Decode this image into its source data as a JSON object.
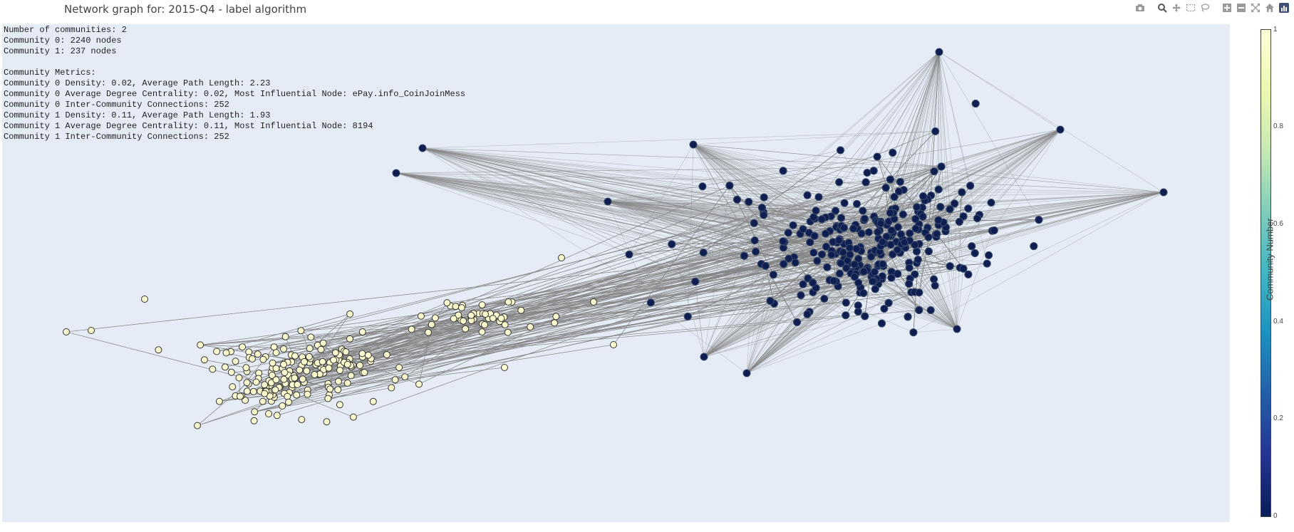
{
  "title": "Network graph for: 2015-Q4 - label algorithm",
  "metrics_lines": [
    "Number of communities: 2",
    "Community 0: 2240 nodes",
    "Community 1: 237 nodes",
    "",
    "Community Metrics:",
    "Community 0 Density: 0.02, Average Path Length: 2.23",
    "Community 0 Average Degree Centrality: 0.02, Most Influential Node: ePay.info_CoinJoinMess",
    "Community 0 Inter-Community Connections: 252",
    "Community 1 Density: 0.11, Average Path Length: 1.93",
    "Community 1 Average Degree Centrality: 0.11, Most Influential Node: 8194",
    "Community 1 Inter-Community Connections: 252"
  ],
  "modebar": [
    {
      "name": "camera-icon"
    },
    {
      "name": "zoom-icon"
    },
    {
      "name": "pan-icon"
    },
    {
      "name": "box-select-icon"
    },
    {
      "name": "lasso-select-icon"
    },
    {
      "name": "zoom-in-icon"
    },
    {
      "name": "zoom-out-icon"
    },
    {
      "name": "autoscale-icon"
    },
    {
      "name": "home-icon"
    },
    {
      "name": "plotly-logo-icon"
    }
  ],
  "colorbar": {
    "title": "Community Number",
    "ticks": [
      "1",
      "0.8",
      "0.6",
      "0.4",
      "0.2",
      "0"
    ],
    "colors": [
      "#ffffd9",
      "#edf8b1",
      "#c7e9b4",
      "#7fcdbb",
      "#41b6c4",
      "#1d91c0",
      "#225ea8",
      "#253494",
      "#081d58"
    ]
  },
  "colors": {
    "community_0": "#0f1e50",
    "community_1": "#fcfbd0",
    "edge": "#888888",
    "plot_bg": "#e5ecf6"
  }
}
